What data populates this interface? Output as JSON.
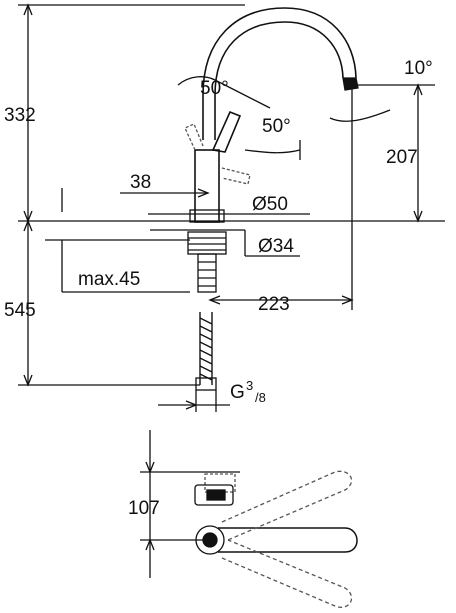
{
  "diagram": {
    "dimensions": {
      "total_height_upper": "332",
      "spout_height": "207",
      "total_height_lower": "545",
      "max_thickness": "max.45",
      "reach": "223",
      "lever_distance": "38",
      "base_diameter": "Ø50",
      "hole_diameter": "Ø34",
      "lever_angle_left": "50°",
      "lever_angle_right": "50°",
      "spout_angle": "10°",
      "thread_prefix": "G",
      "thread_numerator": "3",
      "thread_denominator": "/8",
      "plan_offset": "107"
    },
    "colors": {
      "line": "#111111",
      "hidden": "#555555",
      "background": "#ffffff"
    }
  }
}
